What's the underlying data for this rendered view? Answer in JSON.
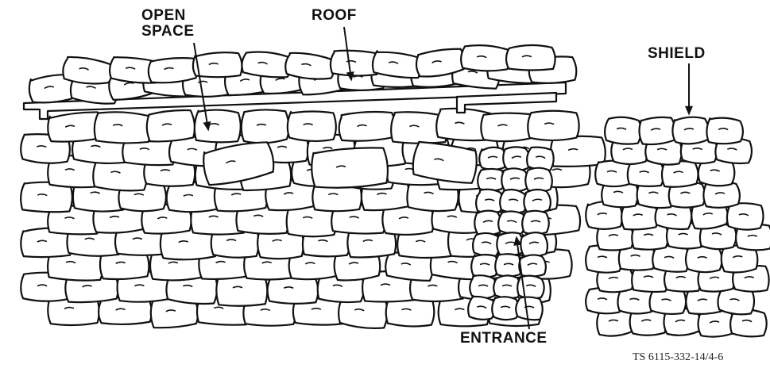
{
  "labels": {
    "open_space_line1": "OPEN",
    "open_space_line2": "SPACE",
    "roof": "ROOF",
    "shield": "SHIELD",
    "entrance": "ENTRANCE"
  },
  "figure_id": "TS 6115-332-14/4-6"
}
